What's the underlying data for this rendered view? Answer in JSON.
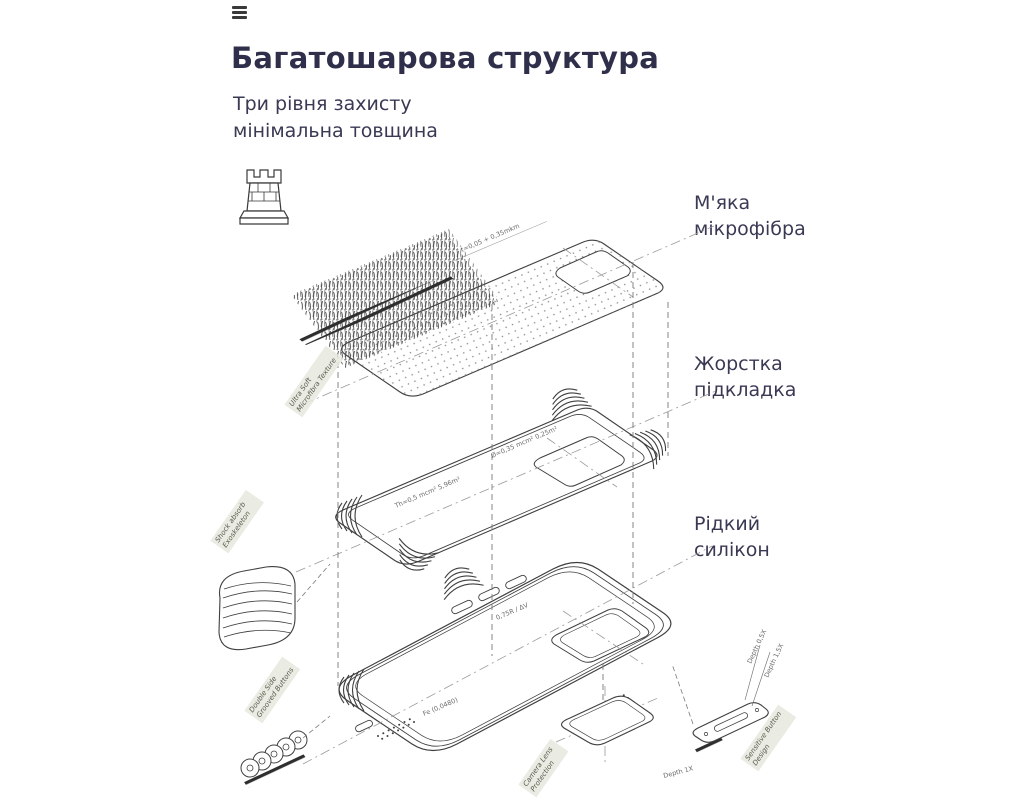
{
  "colors": {
    "ink": "#2f2f4b",
    "line": "#3f3f3f",
    "tag_text": "#575c4d"
  },
  "menu": {
    "icon": "hamburger-menu"
  },
  "header": {
    "title": "Багатошарова структура",
    "subtitle1": "Три рівня захисту",
    "subtitle2": "мінімальна товщина"
  },
  "layers": {
    "microfiber": "М'яка мікрофібра",
    "rigid": "Жорстка підкладка",
    "silicone": "Рідкий силікон"
  },
  "annotations": {
    "thickness_top": "t=0,05 + 0,35mkm",
    "mid_area": "Ø=0,35 mcm²  0,25m²",
    "mid_thickness": "Th=0,5 mcm²  5,96m²",
    "button_radius": "0,75R / ΔV",
    "bottom_fe": "Fe (0,0480)",
    "depth_half": "Depth 0,5X",
    "depth_one_half": "Depth 1,5X",
    "depth_one": "Depth 1X"
  },
  "tags": [
    {
      "line1": "Ultra Soft",
      "line2": "Microfibra Texture"
    },
    {
      "line1": "Shock absorb",
      "line2": "Exoskeleton"
    },
    {
      "line1": "Double Side",
      "line2": "Grooved Buttons"
    },
    {
      "line1": "Camera Lens",
      "line2": "Protection"
    },
    {
      "line1": "Sensitive Button",
      "line2": "Design"
    }
  ]
}
